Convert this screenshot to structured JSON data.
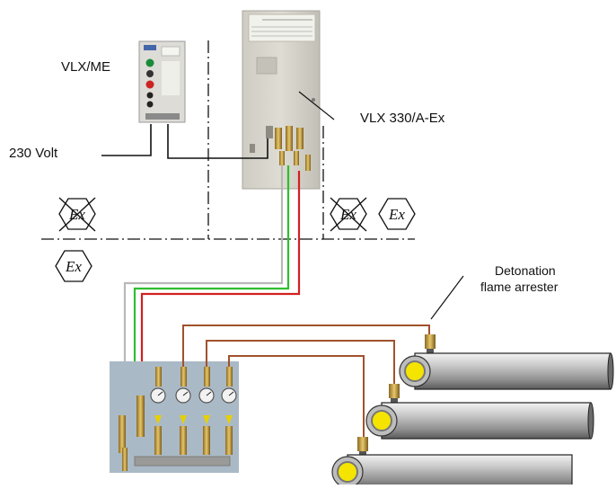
{
  "labels": {
    "control_unit": "VLX/ME",
    "voltage": "230 Volt",
    "main_unit": "VLX 330/A-Ex",
    "arrester_line1": "Detonation",
    "arrester_line2": "flame arrester"
  },
  "ex_symbol_text": "Ex",
  "colors": {
    "cable_black": "#111111",
    "pipe_grey": "#b8b8b8",
    "pipe_green": "#2fbf2f",
    "pipe_red": "#d22020",
    "pipe_copper": "#a0522d",
    "enclosure": "#d6d4cb",
    "manifold_bg": "#aab9c6",
    "brass": "#c9a24a",
    "cylinder_body": "#9a9a9a",
    "bore_yellow": "#f4e400"
  }
}
